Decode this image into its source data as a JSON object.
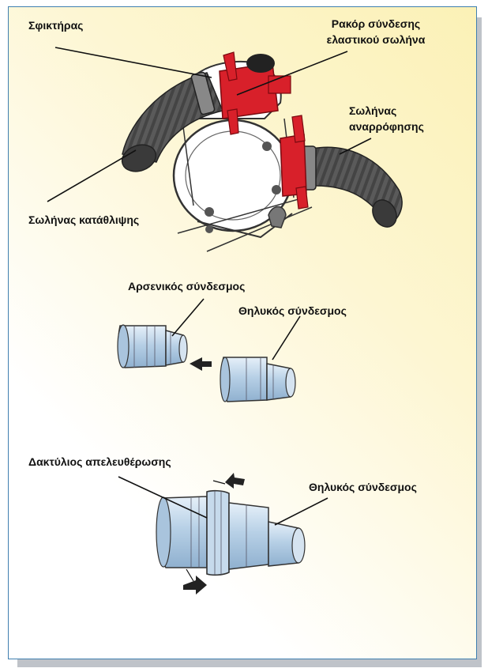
{
  "labels": {
    "clamp": "Σφικτήρας",
    "hose_connector_line1": "Ρακόρ σύνδεσης",
    "hose_connector_line2": "ελαστικού σωλήνα",
    "suction_hose_line1": "Σωλήνας",
    "suction_hose_line2": "αναρρόφησης",
    "discharge_hose": "Σωλήνας κατάθλιψης",
    "male_coupling": "Αρσενικός σύνδεσμος",
    "female_coupling_top": "Θηλυκός σύνδεσμος",
    "release_ring": "Δακτύλιος απελευθέρωσης",
    "female_coupling_bottom": "Θηλυκός σύνδεσμος"
  },
  "colors": {
    "border": "#3f7fb0",
    "panel_tint": "#fbf1b6",
    "hose": "#555555",
    "connector_red": "#d8202a",
    "coupling_blue": "#b9d2e8"
  }
}
